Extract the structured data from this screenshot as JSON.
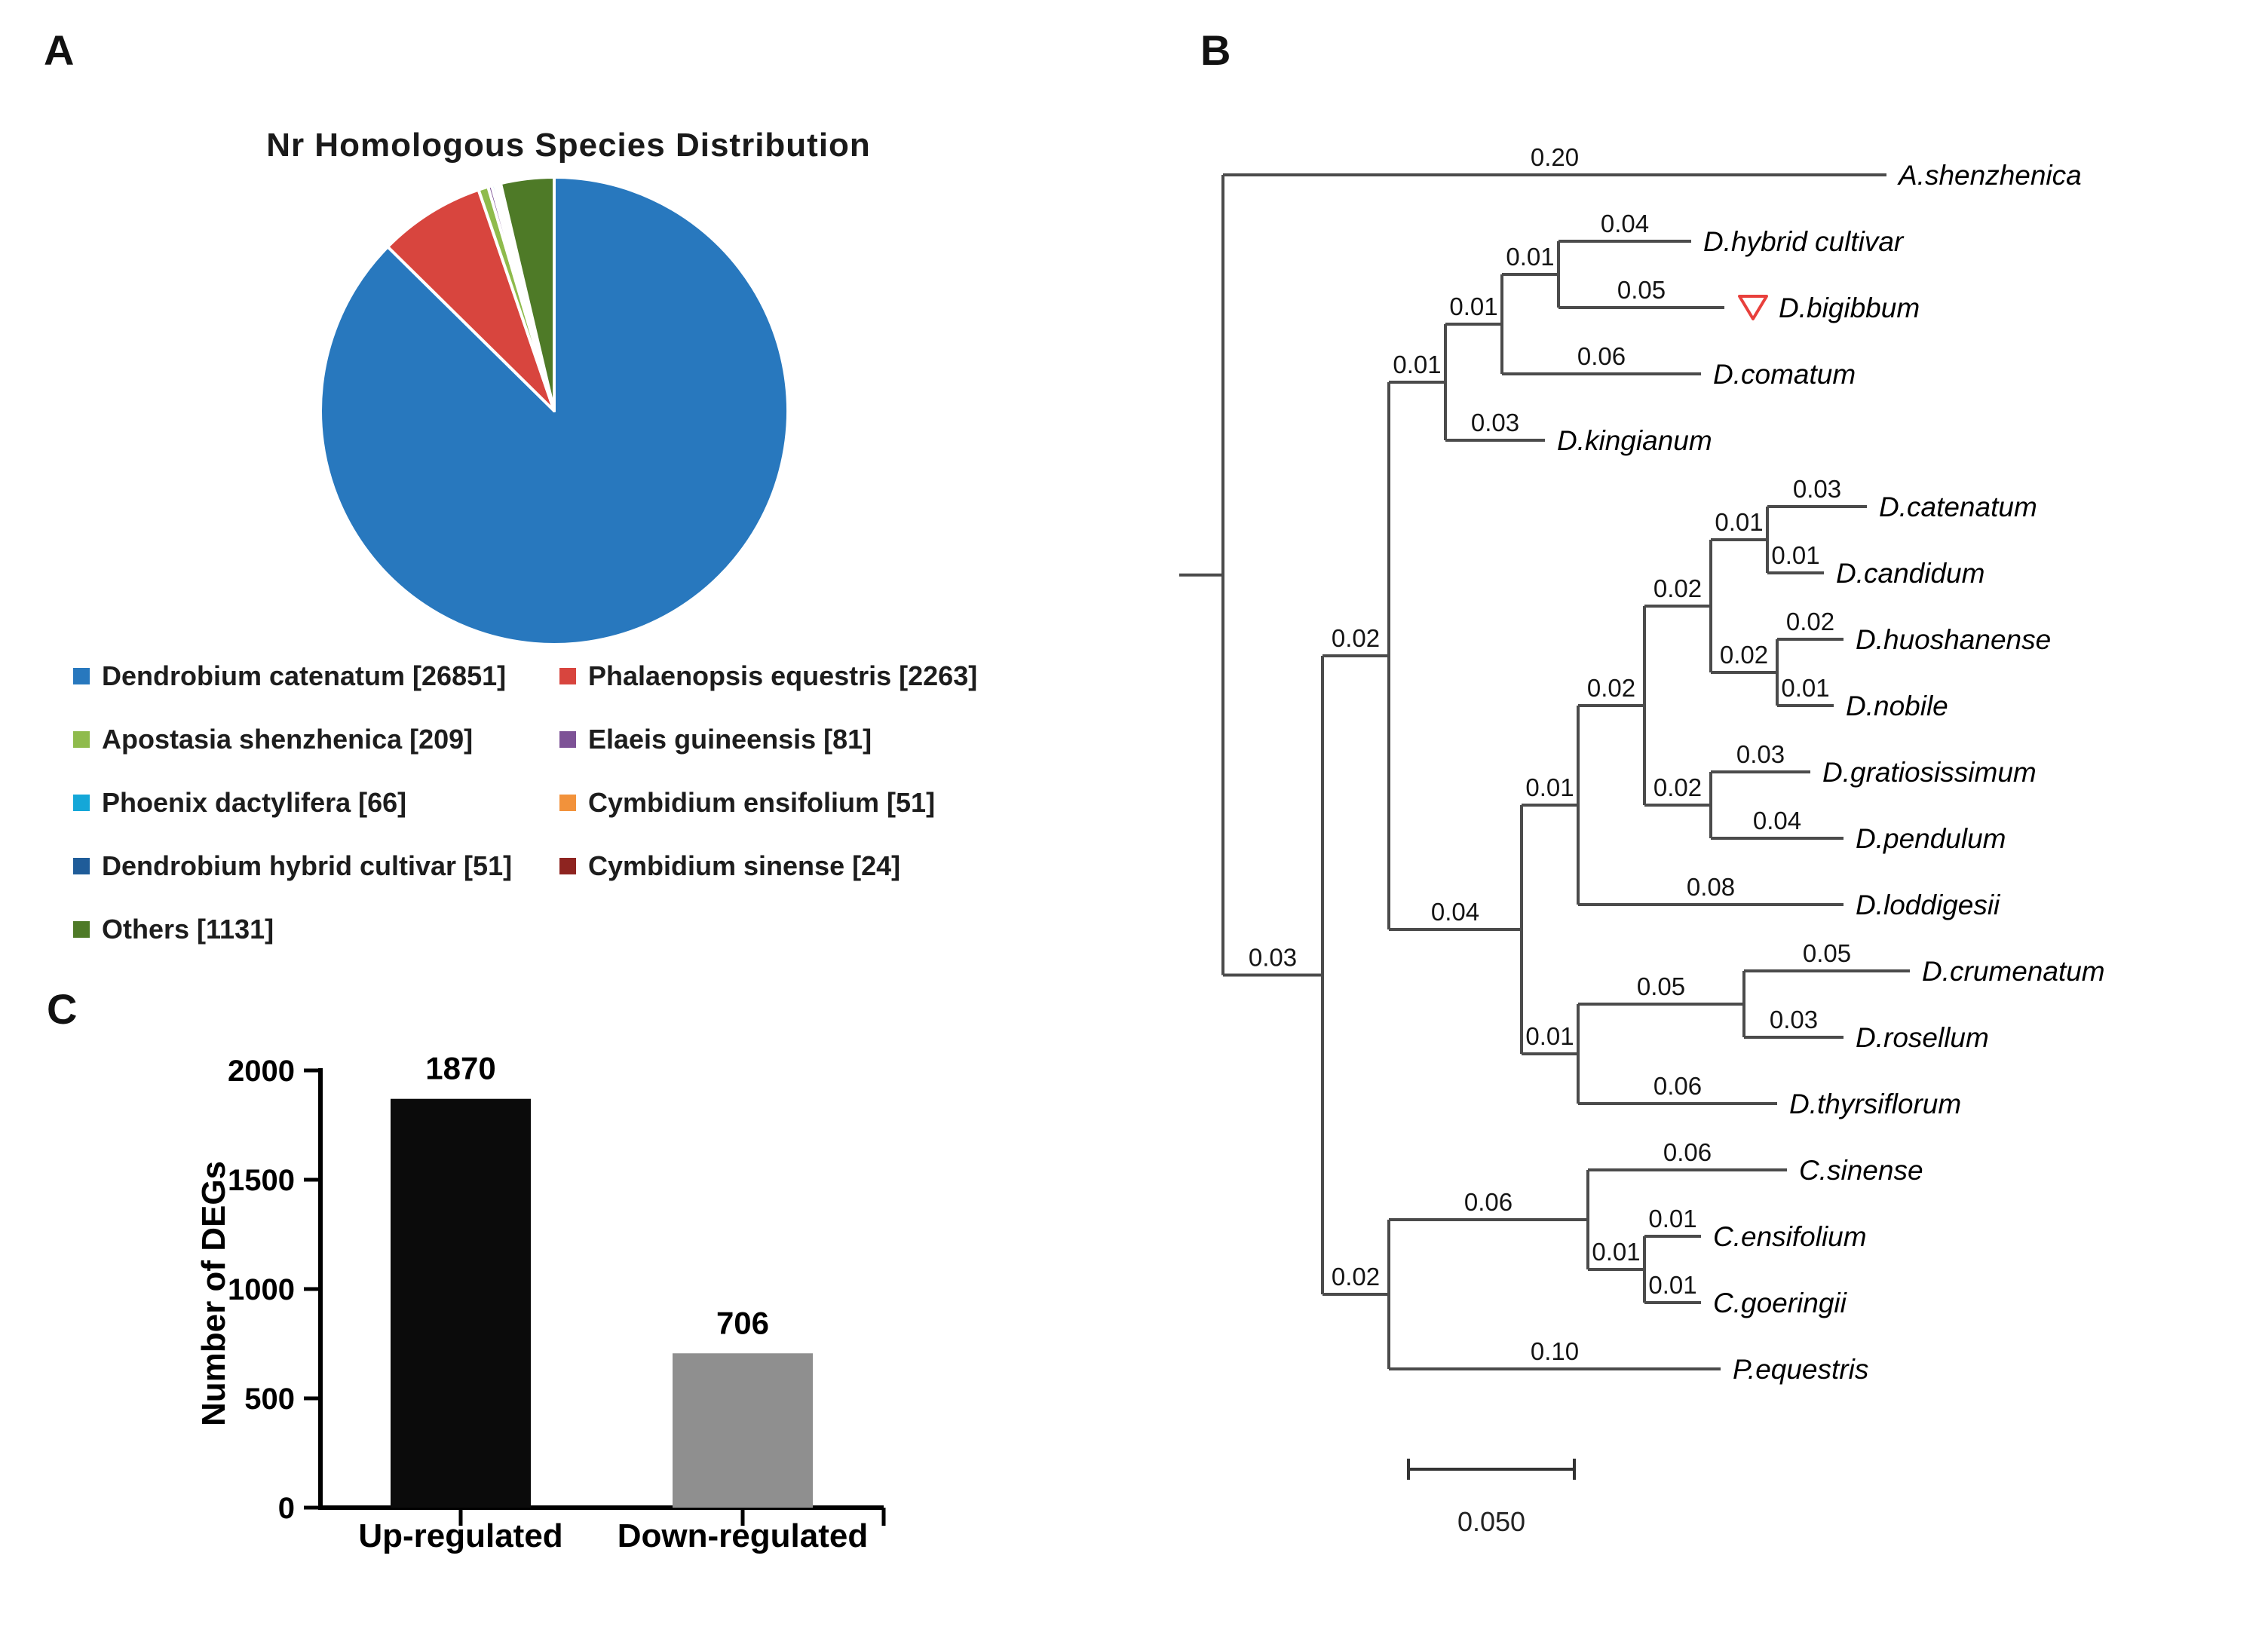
{
  "panels": {
    "a": "A",
    "b": "B",
    "c": "C"
  },
  "chart_data": [
    {
      "type": "pie",
      "title": "Nr Homologous Species Distribution",
      "labels": [
        "Dendrobium catenatum",
        "Phalaenopsis equestris",
        "Apostasia shenzhenica",
        "Elaeis guineensis",
        "Phoenix dactylifera",
        "Cymbidium ensifolium",
        "Dendrobium hybrid cultivar",
        "Cymbidium sinense",
        "Others"
      ],
      "values": [
        26851,
        2263,
        209,
        81,
        66,
        51,
        51,
        24,
        1131
      ],
      "colors": [
        "#2878BE",
        "#D8453E",
        "#8FBB4C",
        "#7D5296",
        "#14A7D8",
        "#F2923B",
        "#1F5C99",
        "#8E2420",
        "#4E7A27"
      ],
      "legend_labels": [
        "Dendrobium catenatum [26851]",
        "Phalaenopsis equestris [2263]",
        "Apostasia shenzhenica [209]",
        "Elaeis guineensis [81]",
        "Phoenix dactylifera [66]",
        "Cymbidium ensifolium [51]",
        "Dendrobium hybrid cultivar [51]",
        "Cymbidium sinense [24]",
        "Others [1131]"
      ],
      "legend_columns": [
        [
          0,
          2,
          4,
          6,
          8
        ],
        [
          1,
          3,
          5,
          7
        ]
      ],
      "start_angle_deg": -90,
      "direction": "clockwise",
      "legend_position": "bottom"
    },
    {
      "type": "other",
      "subtype": "phylogenetic_tree_rectangular",
      "highlighted_taxon": "D.bigibbum",
      "marker": {
        "shape": "open-triangle-down",
        "color": "#E8403C"
      },
      "newick": "(A.shenzhenica:0.20,(((((D.hybrid cultivar:0.04,D.bigibbum:0.05):0.01,D.comatum:0.06):0.01,D.kingianum:0.03):0.01,(((((D.catenatum:0.03,D.candidum:0.01):0.01,(D.huoshanense:0.02,D.nobile:0.01):0.02):0.02,(D.gratiosissimum:0.03,D.pendulum:0.04):0.02):0.02,D.loddigesii:0.08):0.01,((D.crumenatum:0.05,D.rosellum:0.03):0.05,D.thyrsiflorum:0.06):0.01):0.04):0.02,((C.sinense:0.06,(C.ensifolium:0.01,C.goeringii:0.01):0.01):0.06,P.equestris:0.10):0.02):0.03);",
      "scale_bar": {
        "label": "0.050",
        "value": 0.05
      },
      "root": {
        "children": [
          {
            "name": "A.shenzhenica",
            "length": 0.2
          },
          {
            "length": 0.03,
            "children": [
              {
                "length": 0.02,
                "children": [
                  {
                    "length": 0.01,
                    "children": [
                      {
                        "length": 0.01,
                        "children": [
                          {
                            "length": 0.01,
                            "children": [
                              {
                                "name": "D.hybrid cultivar",
                                "length": 0.04
                              },
                              {
                                "name": "D.bigibbum",
                                "length": 0.05,
                                "marker": "red-triangle"
                              }
                            ]
                          },
                          {
                            "name": "D.comatum",
                            "length": 0.06
                          }
                        ]
                      },
                      {
                        "name": "D.kingianum",
                        "length": 0.03
                      }
                    ]
                  },
                  {
                    "length": 0.04,
                    "children": [
                      {
                        "length": 0.01,
                        "children": [
                          {
                            "length": 0.02,
                            "children": [
                              {
                                "length": 0.02,
                                "children": [
                                  {
                                    "length": 0.01,
                                    "children": [
                                      {
                                        "name": "D.catenatum",
                                        "length": 0.03
                                      },
                                      {
                                        "name": "D.candidum",
                                        "length": 0.01
                                      }
                                    ]
                                  },
                                  {
                                    "length": 0.02,
                                    "children": [
                                      {
                                        "name": "D.huoshanense",
                                        "length": 0.02
                                      },
                                      {
                                        "name": "D.nobile",
                                        "length": 0.01
                                      }
                                    ]
                                  }
                                ]
                              },
                              {
                                "length": 0.02,
                                "children": [
                                  {
                                    "name": "D.gratiosissimum",
                                    "length": 0.03
                                  },
                                  {
                                    "name": "D.pendulum",
                                    "length": 0.04
                                  }
                                ]
                              }
                            ]
                          },
                          {
                            "name": "D.loddigesii",
                            "length": 0.08
                          }
                        ]
                      },
                      {
                        "length": 0.01,
                        "children": [
                          {
                            "length": 0.05,
                            "children": [
                              {
                                "name": "D.crumenatum",
                                "length": 0.05
                              },
                              {
                                "name": "D.rosellum",
                                "length": 0.03
                              }
                            ]
                          },
                          {
                            "name": "D.thyrsiflorum",
                            "length": 0.06
                          }
                        ]
                      }
                    ]
                  }
                ]
              },
              {
                "length": 0.02,
                "children": [
                  {
                    "length": 0.06,
                    "children": [
                      {
                        "name": "C.sinense",
                        "length": 0.06
                      },
                      {
                        "length": 0.01,
                        "children": [
                          {
                            "name": "C.ensifolium",
                            "length": 0.01
                          },
                          {
                            "name": "C.goeringii",
                            "length": 0.01
                          }
                        ]
                      }
                    ]
                  },
                  {
                    "name": "P.equestris",
                    "length": 0.1
                  }
                ]
              }
            ]
          }
        ]
      }
    },
    {
      "type": "bar",
      "categories": [
        "Up-regulated",
        "Down-regulated"
      ],
      "values": [
        1870,
        706
      ],
      "bar_colors": [
        "#0B0B0B",
        "#8F8F8F"
      ],
      "ylabel": "Number of DEGs",
      "yticks": [
        0,
        500,
        1000,
        1500,
        2000
      ],
      "ylim": [
        0,
        2000
      ],
      "grid": false,
      "value_labels_shown": true
    }
  ]
}
